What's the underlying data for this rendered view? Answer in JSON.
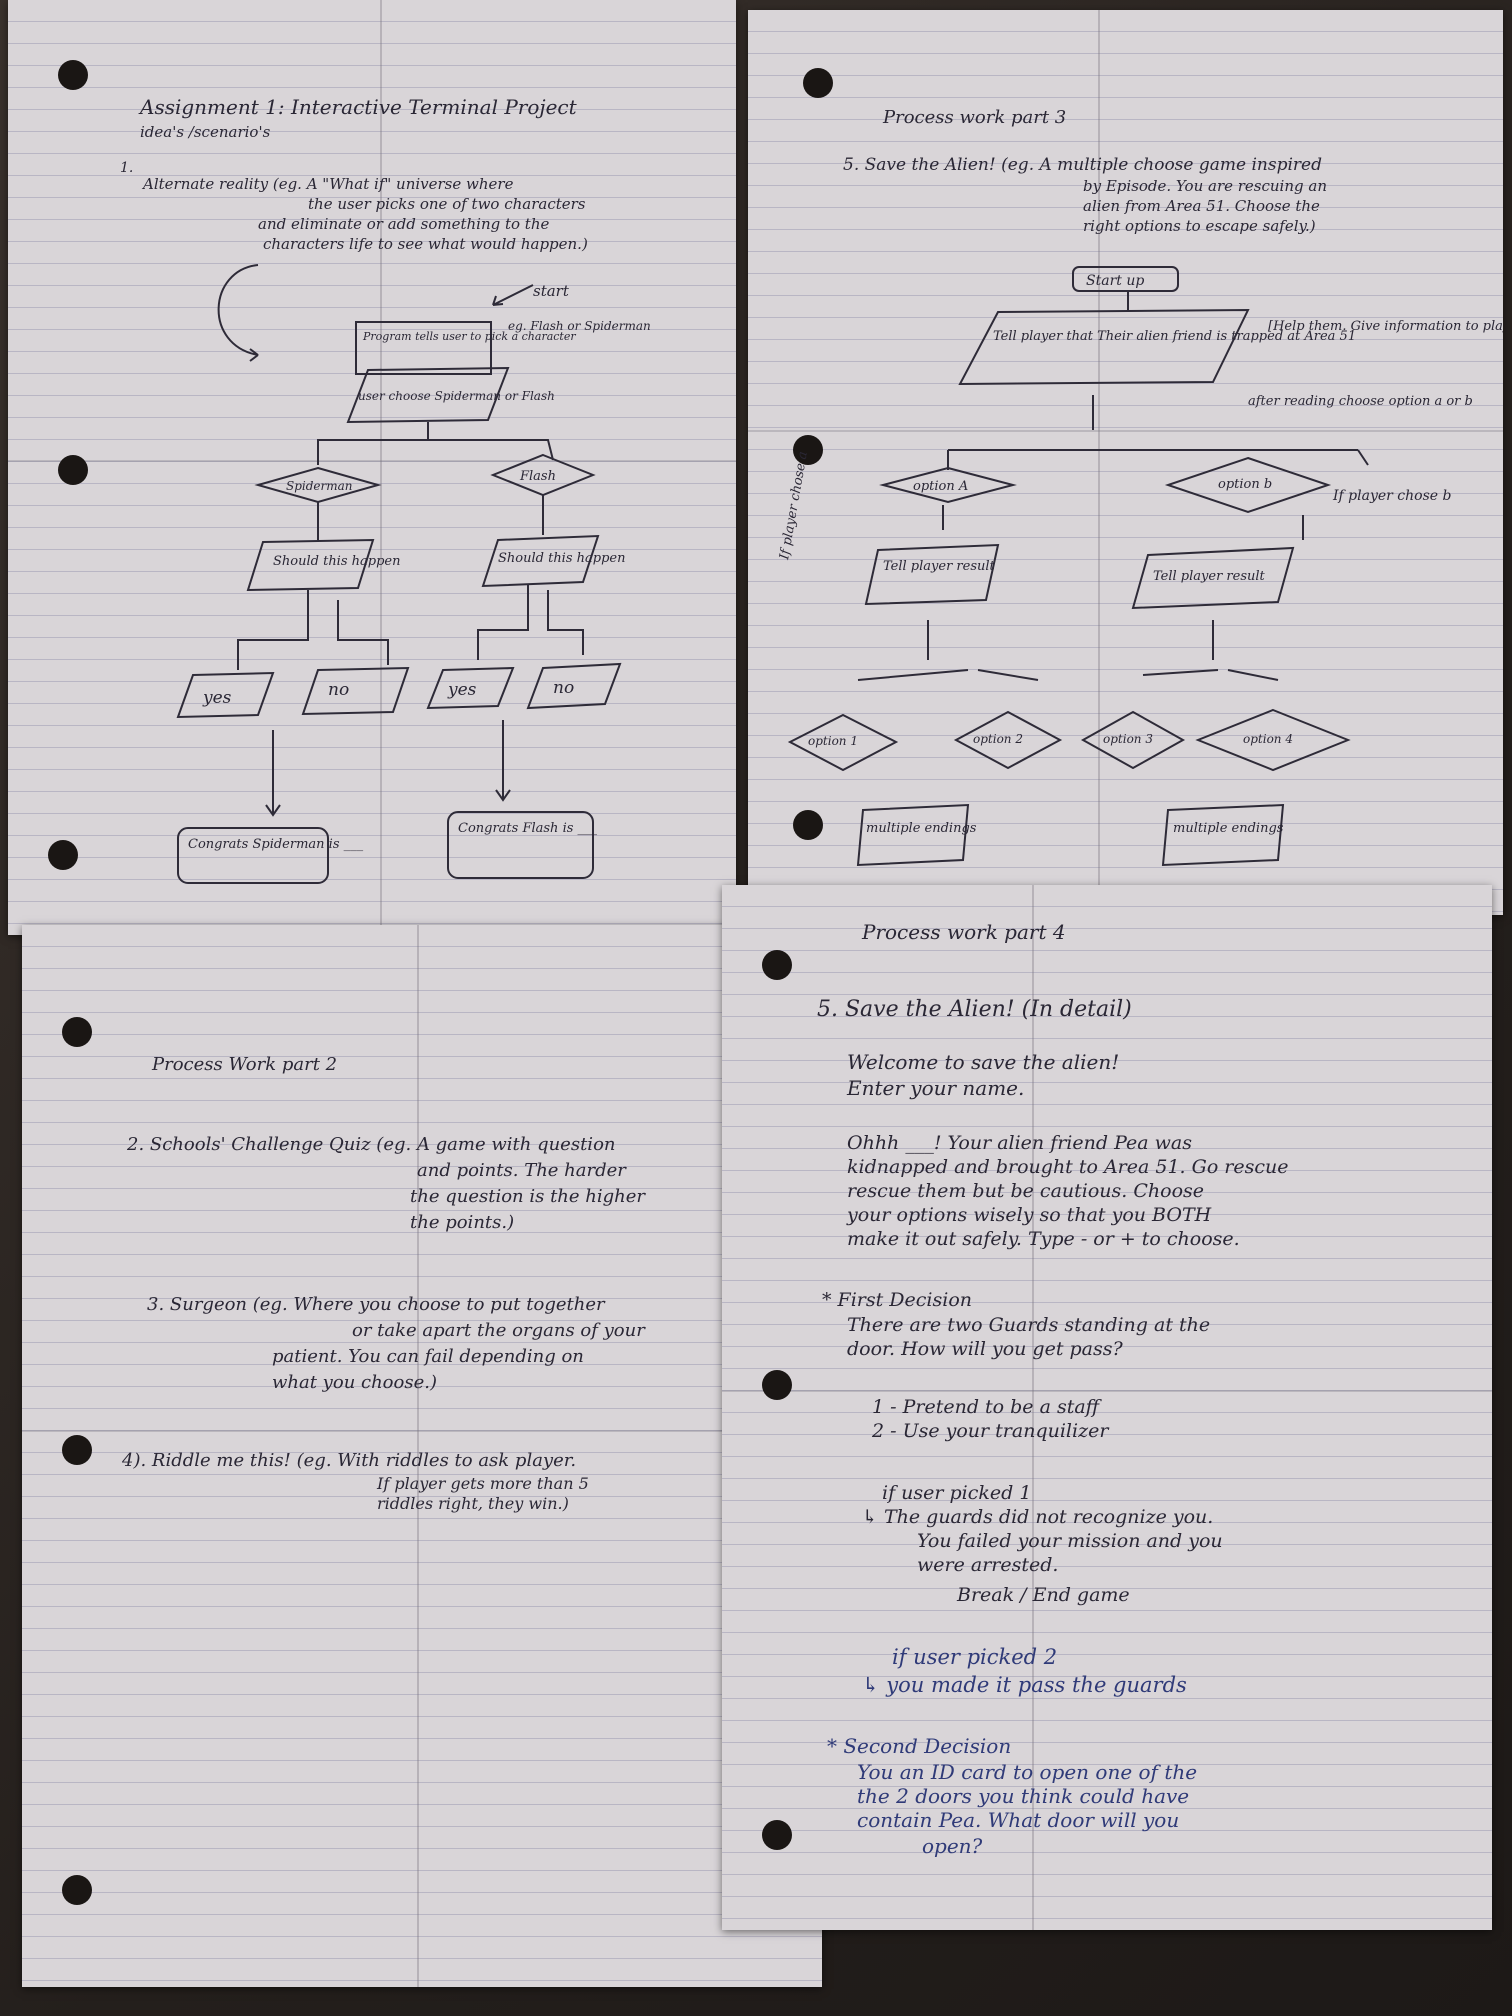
{
  "sheet1": {
    "title": "Assignment 1: Interactive Terminal Project",
    "subtitle": "idea's /scenario's",
    "num": "1.",
    "idea1": [
      "Alternate reality (eg. A \"What if\" universe where",
      "the user picks one of two characters",
      "and eliminate or add something to the",
      "characters life to see what would happen.)"
    ],
    "start": "start",
    "program_tells": "Program tells user to pick a character",
    "eg_flash": "eg. Flash or Spiderman",
    "user_choose": "user choose Spiderman or Flash",
    "spiderman": "Spiderman",
    "flash": "Flash",
    "should": "Should this happen",
    "yes": "yes",
    "no": "no",
    "congrats_spidey": "Congrats Spiderman is ___",
    "congrats_flash": "Congrats Flash is ___"
  },
  "sheet2": {
    "title": "Process work part 3",
    "item5": [
      "5. Save the Alien! (eg. A multiple choose game inspired",
      "by Episode. You are rescuing an",
      "alien from Area 51. Choose the",
      "right options to escape safely.)"
    ],
    "start_up": "Start up",
    "tell_player": "Tell player that Their alien friend is trapped at Area 51",
    "help": "[Help them. Give information to player]",
    "after_reading": "after reading choose option a or b",
    "option_a": "option A",
    "option_b": "option b",
    "if_a": "If player chose a",
    "if_b": "If player chose b",
    "tell_result": "Tell player result",
    "opt1": "option 1",
    "opt2": "option 2",
    "opt3": "option 3",
    "opt4": "option 4",
    "endings": "multiple endings"
  },
  "sheet3": {
    "title": "Process Work part 2",
    "item2": [
      "2. Schools' Challenge Quiz (eg. A game with question",
      "and points. The harder",
      "the question is the higher",
      "the points.)"
    ],
    "item3": [
      "3. Surgeon (eg. Where you choose to put together",
      "or take apart the organs of your",
      "patient. You can fail depending on",
      "what you choose.)"
    ],
    "item4": [
      "4). Riddle me this! (eg. With riddles to ask player.",
      "If player gets more than 5",
      "riddles right, they win.)"
    ]
  },
  "sheet4": {
    "title": "Process work part 4",
    "heading": "5. Save the Alien! (In detail)",
    "intro": [
      "Welcome to save the alien!",
      "Enter your name."
    ],
    "story": [
      "Ohhh ___! Your alien friend Pea was",
      "kidnapped and brought to Area 51. Go rescue",
      "rescue them but be cautious. Choose",
      "your options wisely so that you BOTH",
      "make it out safely. Type - or + to choose."
    ],
    "decision1": [
      "* First Decision",
      "There are two Guards standing at the",
      "door. How will you get pass?"
    ],
    "choices": [
      "1 - Pretend to be a staff",
      "2 - Use your tranquilizer"
    ],
    "pick1": [
      "if user picked 1",
      "↳ The guards did not recognize you.",
      "You failed your mission and you",
      "were arrested.",
      "Break / End game"
    ],
    "pick2": [
      "if user picked 2",
      "↳ you made it pass the guards"
    ],
    "decision2": [
      "* Second Decision",
      "You an ID card to open one of the",
      "the 2 doors you think could have",
      "contain Pea. What door will you",
      "open?"
    ]
  }
}
